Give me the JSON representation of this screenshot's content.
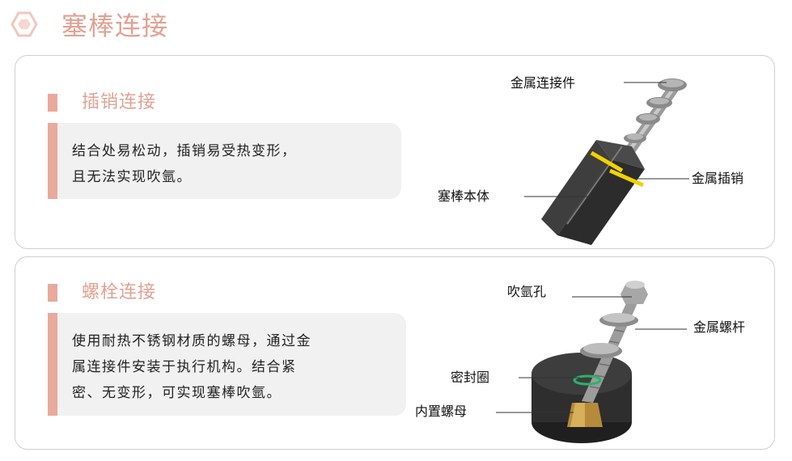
{
  "header": {
    "title": "塞棒连接"
  },
  "sections": [
    {
      "title": "插销连接",
      "description_lines": [
        "结合处易松动，插销易受热变形，",
        "且无法实现吹氩。"
      ],
      "callouts": [
        "金属连接件",
        "金属插销",
        "塞棒本体"
      ]
    },
    {
      "title": "螺栓连接",
      "description_lines": [
        "使用耐热不锈钢材质的螺母，通过金",
        "属连接件安装于执行机构。结合紧",
        "密、无变形，可实现塞棒吹氩。"
      ],
      "callouts": [
        "吹氩孔",
        "金属螺杆",
        "密封圈",
        "内置螺母"
      ]
    }
  ],
  "colors": {
    "accent": "#e9a99c",
    "title": "#e2a192",
    "box": "#f1f1f1",
    "border": "#cfcfcf"
  }
}
